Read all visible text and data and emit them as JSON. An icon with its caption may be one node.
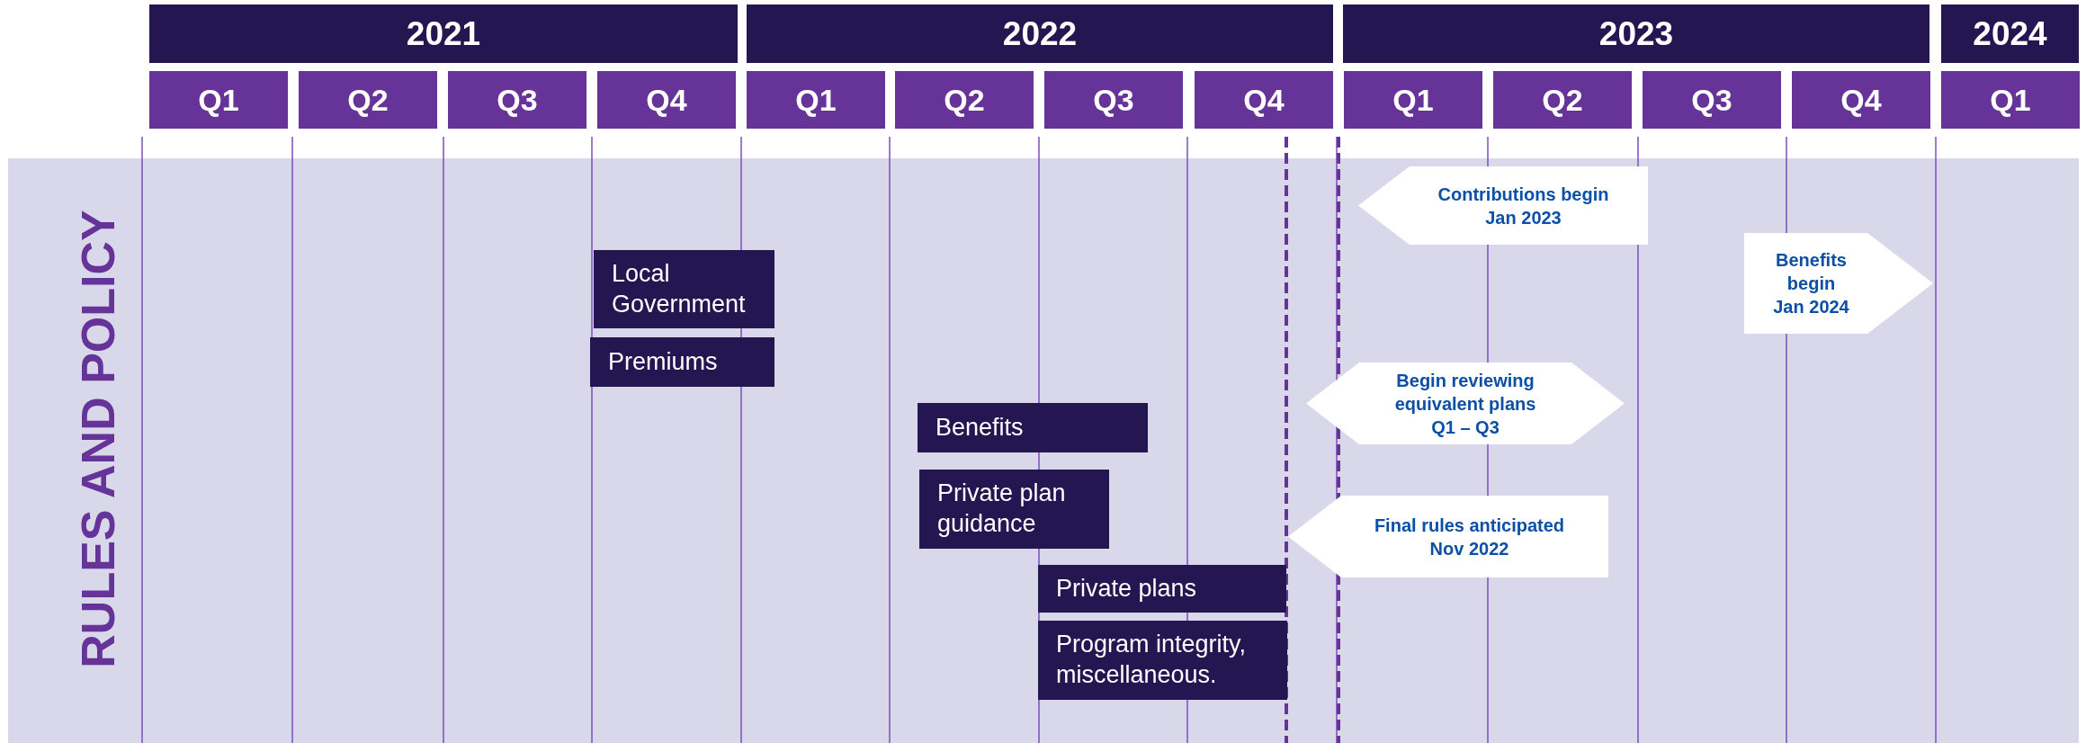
{
  "diagram": {
    "nodes": [
      {
        "text": [
          "2021"
        ]
      },
      {
        "text": [
          "2022"
        ]
      },
      {
        "text": [
          "2023"
        ]
      },
      {
        "text": [
          "2024"
        ]
      },
      {
        "text": [
          "Q1"
        ]
      },
      {
        "text": [
          "Q2"
        ]
      },
      {
        "text": [
          "Q3"
        ]
      },
      {
        "text": [
          "Q4"
        ]
      },
      {
        "text": [
          "Q1"
        ]
      },
      {
        "text": [
          "Q2"
        ]
      },
      {
        "text": [
          "Q3"
        ]
      },
      {
        "text": [
          "Q4"
        ]
      },
      {
        "text": [
          "Q1"
        ]
      },
      {
        "text": [
          "Q2"
        ]
      },
      {
        "text": [
          "Q3"
        ]
      },
      {
        "text": [
          "Q4"
        ]
      },
      {
        "text": [
          "Q1"
        ]
      },
      {
        "text": [
          "RULES AND POLICY"
        ]
      },
      {
        "text": [
          "Contributions begin Jan 2023"
        ],
        "in": 17
      },
      {
        "text": [
          "Benefits begin Jan 2024"
        ],
        "in": 17
      },
      {
        "text": [
          "Local Government"
        ],
        "in": 17
      },
      {
        "text": [
          "Premiums"
        ],
        "in": 17
      },
      {
        "text": [
          "Benefits"
        ],
        "in": 17
      },
      {
        "text": [
          "Begin reviewing equivalent plans Q1 – Q3"
        ],
        "in": 17
      },
      {
        "text": [
          "Private plan guidance"
        ],
        "in": 17
      },
      {
        "text": [
          "Final rules anticipated Nov 2022"
        ],
        "in": 17
      },
      {
        "text": [
          "Private plans"
        ],
        "in": 17
      },
      {
        "text": [
          "Program integrity, miscellaneous."
        ],
        "in": 17
      }
    ],
    "edges": []
  }
}
